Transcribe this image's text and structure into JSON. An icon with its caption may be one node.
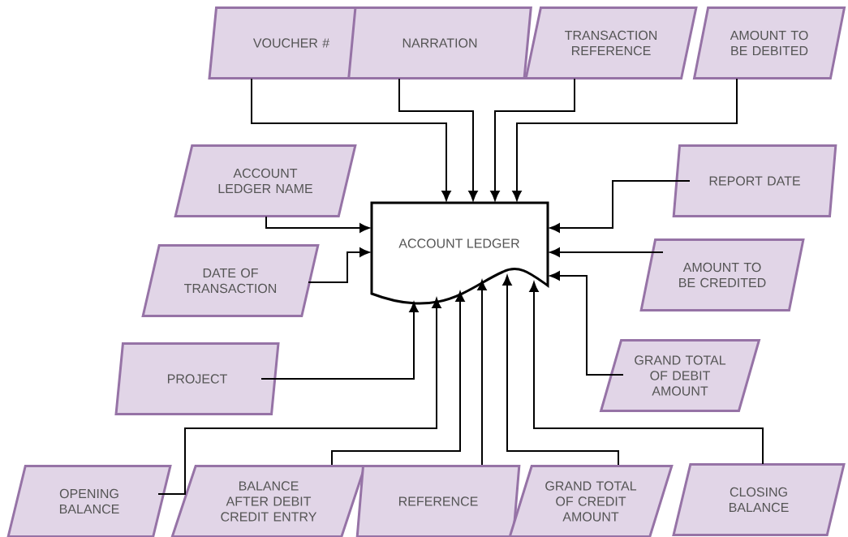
{
  "diagram": {
    "nodes": [
      {
        "text": [
          "VOUCHER #"
        ]
      },
      {
        "text": [
          "NARRATION"
        ]
      },
      {
        "text": [
          "TRANSACTION REFERENCE"
        ]
      },
      {
        "text": [
          "AMOUNT TO BE DEBITED"
        ]
      },
      {
        "text": [
          "ACCOUNT LEDGER NAME"
        ]
      },
      {
        "text": [
          "REPORT DATE"
        ]
      },
      {
        "text": [
          "ACCOUNT LEDGER"
        ]
      },
      {
        "text": [
          "DATE OF TRANSACTION"
        ]
      },
      {
        "text": [
          "AMOUNT TO BE CREDITED"
        ]
      },
      {
        "text": [
          "PROJECT"
        ]
      },
      {
        "text": [
          "GRAND TOTAL OF DEBIT AMOUNT"
        ]
      },
      {
        "text": [
          "OPENING BALANCE"
        ]
      },
      {
        "text": [
          "BALANCE AFTER DEBIT CREDIT ENTRY"
        ]
      },
      {
        "text": [
          "REFERENCE"
        ]
      },
      {
        "text": [
          "GRAND TOTAL OF CREDIT AMOUNT"
        ]
      },
      {
        "text": [
          "CLOSING BALANCE"
        ]
      }
    ],
    "edges": [
      {
        "from": 0,
        "to": 6,
        "arrow": "to"
      },
      {
        "from": 1,
        "to": 6,
        "arrow": "to"
      },
      {
        "from": 2,
        "to": 6,
        "arrow": "to"
      },
      {
        "from": 3,
        "to": 6,
        "arrow": "to"
      },
      {
        "from": 4,
        "to": 6,
        "arrow": "to"
      },
      {
        "from": 5,
        "to": 6,
        "arrow": "to"
      },
      {
        "from": 7,
        "to": 6,
        "arrow": "to"
      },
      {
        "from": 8,
        "to": 6,
        "arrow": "to"
      },
      {
        "from": 9,
        "to": 6,
        "arrow": "to"
      },
      {
        "from": 10,
        "to": 6,
        "arrow": "to"
      },
      {
        "from": 11,
        "to": 6,
        "arrow": "to"
      },
      {
        "from": 12,
        "to": 6,
        "arrow": "to"
      },
      {
        "from": 13,
        "to": 6,
        "arrow": "to"
      },
      {
        "from": 14,
        "to": 6,
        "arrow": "to"
      },
      {
        "from": 15,
        "to": 6,
        "arrow": "to"
      }
    ]
  }
}
